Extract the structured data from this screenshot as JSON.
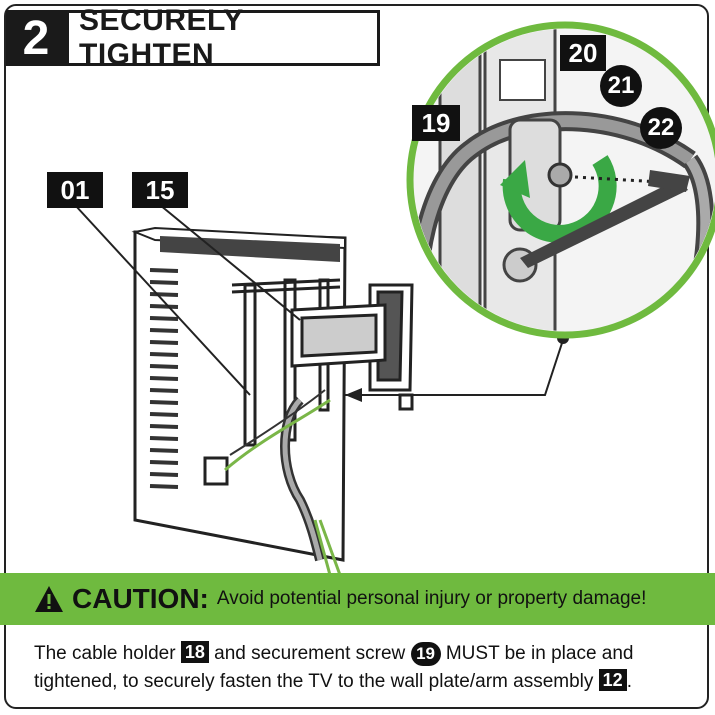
{
  "header": {
    "step_number": "2",
    "title": "SECURELY TIGHTEN"
  },
  "callouts": {
    "c01": "01",
    "c15": "15",
    "c19": "19",
    "c20": "20",
    "c21": "21",
    "c22": "22"
  },
  "caution": {
    "title": "CAUTION:",
    "text": "Avoid potential personal injury or property damage!"
  },
  "body": {
    "part1": "The cable holder ",
    "ref1": "18",
    "part2": " and securement screw ",
    "ref2": "19",
    "part3": " MUST be in place and tightened, to securely fasten the TV to the wall plate/arm assembly ",
    "ref3": "12",
    "part4": "."
  },
  "colors": {
    "accent_green": "#6fba3f",
    "arrow_green": "#3aa845",
    "ink": "#111111"
  }
}
